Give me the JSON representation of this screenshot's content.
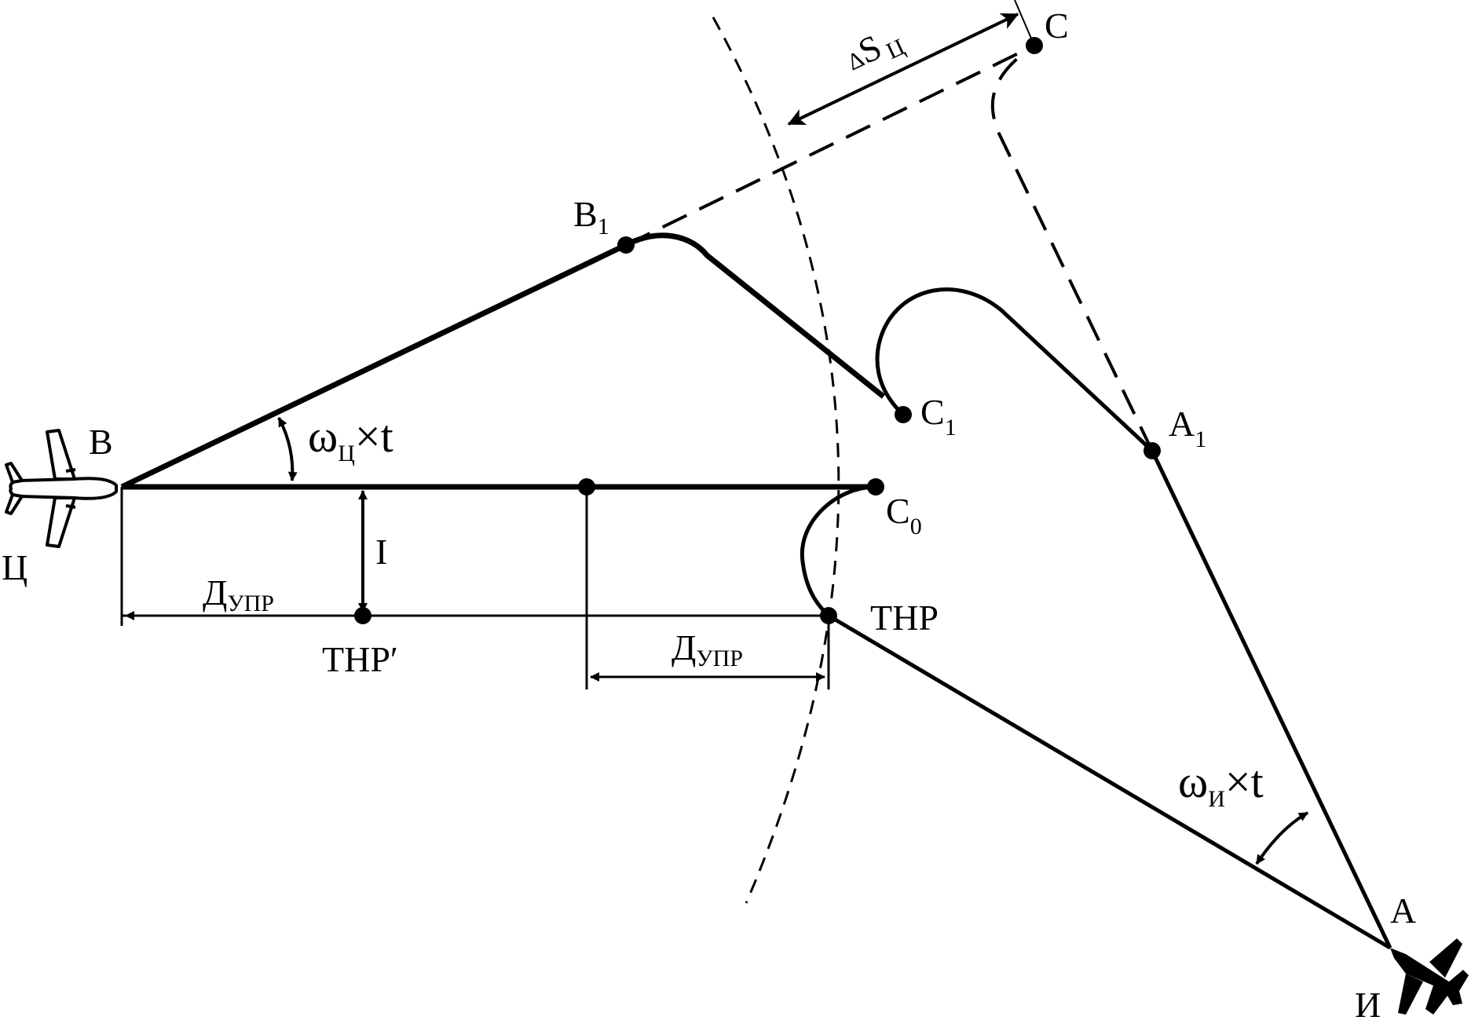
{
  "diagram": {
    "points": {
      "B": "В",
      "B1": "В",
      "B1_sub": "1",
      "C": "С",
      "C1": "С",
      "C1_sub": "1",
      "C0": "С",
      "C0_sub": "0",
      "A": "А",
      "A1": "А",
      "A1_sub": "1",
      "target": "Ц",
      "interceptor": "И",
      "tnr": "ТНР",
      "tnr_prime": "ТНР′",
      "I": "I"
    },
    "labels": {
      "omega_target_main": "ω",
      "omega_target_sub": "Ц",
      "omega_target_tail": "×t",
      "omega_int_main": "ω",
      "omega_int_sub": "И",
      "omega_int_tail": "×t",
      "delta_s_prefix": "Δ",
      "delta_s_main": "S",
      "delta_s_sub": "Ц",
      "d_upr_main": "Д",
      "d_upr_sub": "УПР"
    }
  }
}
